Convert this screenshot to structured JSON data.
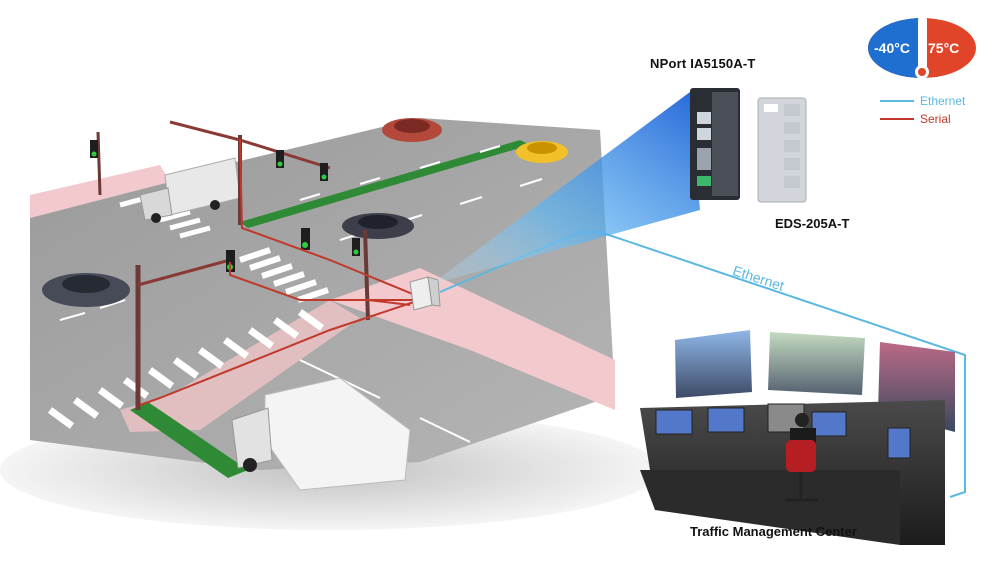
{
  "labels": {
    "nport": "NPort IA5150A-T",
    "eds": "EDS-205A-T",
    "tmc": "Traffic Management Center",
    "ethernet_link": "Ethernet"
  },
  "legend": [
    {
      "name": "Ethernet",
      "color": "#5bb8e0"
    },
    {
      "name": "Serial",
      "color": "#c0392b"
    }
  ],
  "temperature_badge": {
    "low": "-40°C",
    "high": "75°C",
    "colors": {
      "cold": "#1e6fd0",
      "hot": "#e0452a"
    }
  },
  "icons": [
    "traffic-light-icon",
    "thermometer-icon",
    "car-icon",
    "truck-icon",
    "operator-icon"
  ]
}
